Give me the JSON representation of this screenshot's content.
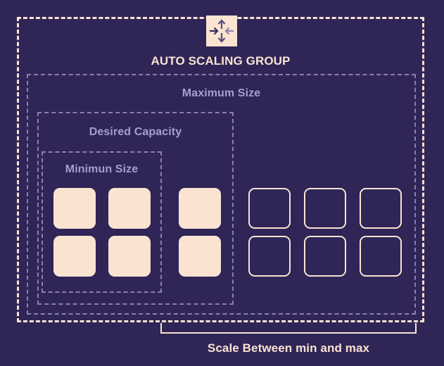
{
  "title": "AUTO SCALING GROUP",
  "boxes": {
    "maximum_size": {
      "label": "Maximum Size"
    },
    "desired_capacity": {
      "label": "Desired Capacity"
    },
    "minimum_size": {
      "label": "Minimun Size"
    }
  },
  "instances": {
    "filled_count": 6,
    "outlined_count": 6
  },
  "bracket": {
    "label": "Scale Between min and max"
  },
  "icon": {
    "name": "expand-contract-arrows"
  },
  "colors": {
    "bg": "#2f2557",
    "cream": "#fbe3d2",
    "line-lavender": "#8b7fae",
    "text-lavender": "#a89dd1",
    "arrow-dark": "#342a5e",
    "arrow-mid": "#564b82",
    "arrow-light": "#8d82ab"
  }
}
